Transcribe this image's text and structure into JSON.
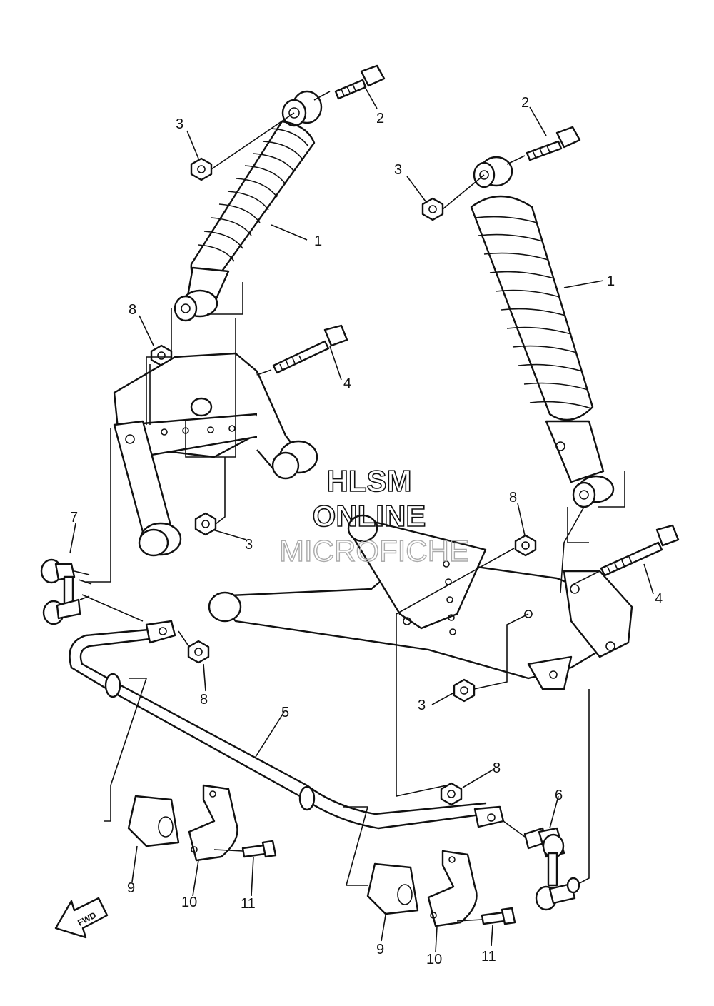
{
  "watermark": {
    "line1": "HLSM",
    "line2": "ONLINE",
    "line3": "MICROFICHE"
  },
  "fwd_label": "FWD",
  "callouts": [
    {
      "id": "c1a",
      "label": "1"
    },
    {
      "id": "c1b",
      "label": "1"
    },
    {
      "id": "c2a",
      "label": "2"
    },
    {
      "id": "c2b",
      "label": "2"
    },
    {
      "id": "c3a",
      "label": "3"
    },
    {
      "id": "c3b",
      "label": "3"
    },
    {
      "id": "c3c",
      "label": "3"
    },
    {
      "id": "c3d",
      "label": "3"
    },
    {
      "id": "c4a",
      "label": "4"
    },
    {
      "id": "c4b",
      "label": "4"
    },
    {
      "id": "c5",
      "label": "5"
    },
    {
      "id": "c6",
      "label": "6"
    },
    {
      "id": "c7",
      "label": "7"
    },
    {
      "id": "c8a",
      "label": "8"
    },
    {
      "id": "c8b",
      "label": "8"
    },
    {
      "id": "c8c",
      "label": "8"
    },
    {
      "id": "c8d",
      "label": "8"
    },
    {
      "id": "c9a",
      "label": "9"
    },
    {
      "id": "c9b",
      "label": "9"
    },
    {
      "id": "c10a",
      "label": "10"
    },
    {
      "id": "c10b",
      "label": "10"
    },
    {
      "id": "c11a",
      "label": "11"
    },
    {
      "id": "c11b",
      "label": "11"
    }
  ]
}
